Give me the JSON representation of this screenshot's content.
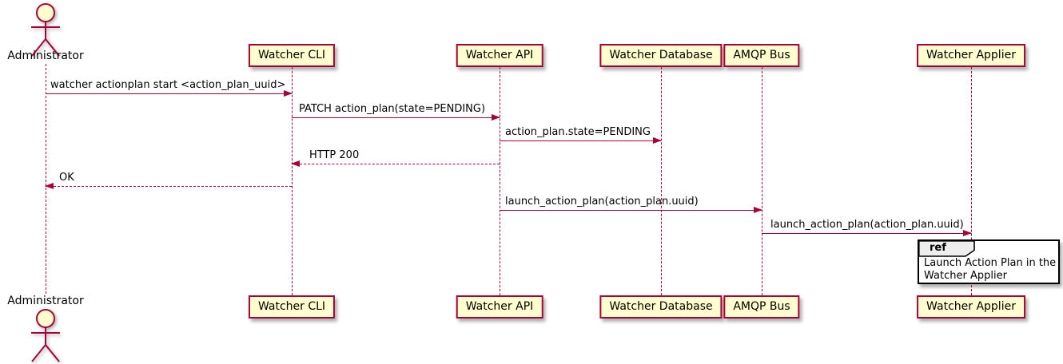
{
  "diagram_type": "uml-sequence-diagram",
  "colors": {
    "background": "#FFFFFF",
    "participant_fill": "#FEFECE",
    "participant_border": "#A80036",
    "lifeline": "#A80036",
    "arrow": "#A80036",
    "text": "#000000",
    "ref_border": "#000000",
    "ref_header_fill": "#EEEEEE"
  },
  "actor": {
    "name": "Administrator"
  },
  "participants": [
    {
      "name": "Watcher CLI"
    },
    {
      "name": "Watcher API"
    },
    {
      "name": "Watcher Database"
    },
    {
      "name": "AMQP Bus"
    },
    {
      "name": "Watcher Applier"
    }
  ],
  "messages": [
    {
      "label": "watcher actionplan start <action_plan_uuid>",
      "from": "Administrator",
      "to": "Watcher CLI",
      "style": "solid"
    },
    {
      "label": "PATCH action_plan(state=PENDING)",
      "from": "Watcher CLI",
      "to": "Watcher API",
      "style": "solid"
    },
    {
      "label": "action_plan.state=PENDING",
      "from": "Watcher API",
      "to": "Watcher Database",
      "style": "solid"
    },
    {
      "label": "HTTP 200",
      "from": "Watcher API",
      "to": "Watcher CLI",
      "style": "dashed"
    },
    {
      "label": "OK",
      "from": "Watcher CLI",
      "to": "Administrator",
      "style": "dashed"
    },
    {
      "label": "launch_action_plan(action_plan.uuid)",
      "from": "Watcher API",
      "to": "AMQP Bus",
      "style": "solid"
    },
    {
      "label": "launch_action_plan(action_plan.uuid)",
      "from": "AMQP Bus",
      "to": "Watcher Applier",
      "style": "solid"
    }
  ],
  "ref_fragment": {
    "keyword": "ref",
    "line1": "Launch Action Plan in the",
    "line2": "Watcher Applier",
    "over": "Watcher Applier"
  }
}
